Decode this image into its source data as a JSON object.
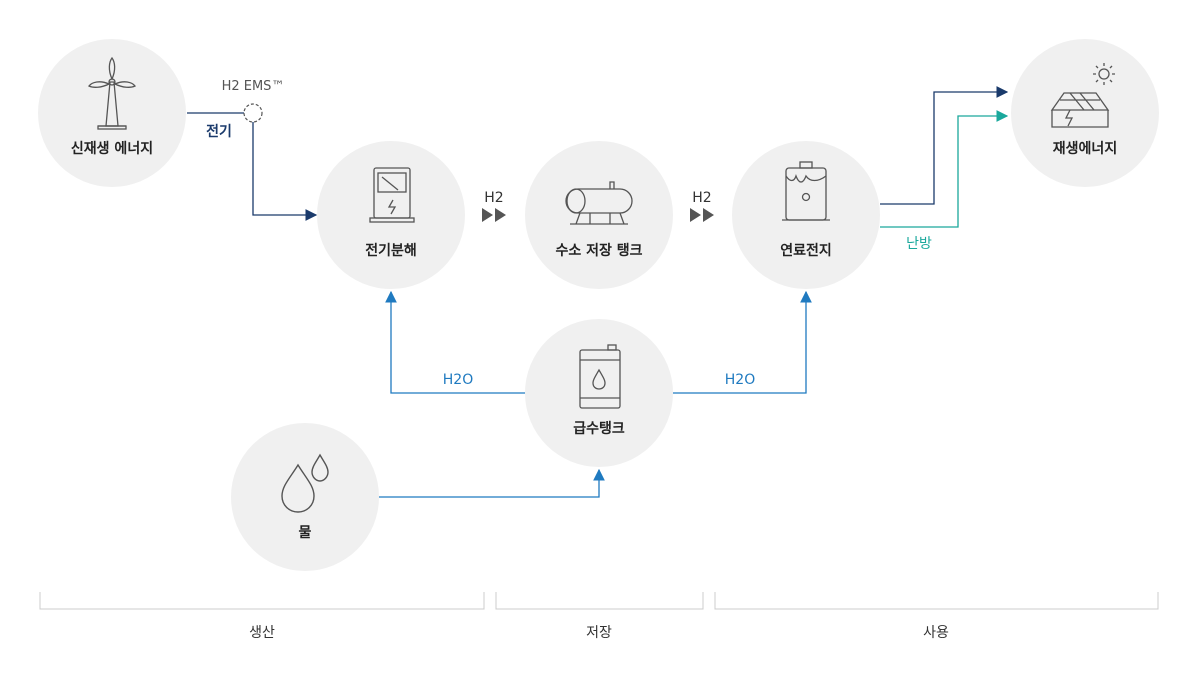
{
  "nodes": {
    "renewable_energy": "신재생 에너지",
    "electrolysis": "전기분해",
    "hydrogen_storage": "수소 저장 탱크",
    "fuel_cell": "연료전지",
    "renewable_energy_out": "재생에너지",
    "water_tank": "급수탱크",
    "water": "물"
  },
  "labels": {
    "h2_ems": "H2 EMS™",
    "electricity": "전기",
    "h2_a": "H2",
    "h2_b": "H2",
    "h2o_left": "H2O",
    "h2o_right": "H2O",
    "heating": "난방"
  },
  "phases": {
    "production": "생산",
    "storage": "저장",
    "usage": "사용"
  },
  "colors": {
    "circle_fill": "#f0f0f0",
    "navy": "#1a3a6b",
    "blue": "#1f7ac0",
    "teal": "#1aa89c",
    "arrowhead_gray": "#555555",
    "icon_gray": "#555555",
    "bracket_gray": "#cccccc"
  },
  "icons": {
    "renewable_energy": "wind-turbine-icon",
    "electrolysis": "electrolyzer-icon",
    "hydrogen_storage": "storage-tank-icon",
    "fuel_cell": "fuel-cell-icon",
    "renewable_energy_out": "solar-house-icon",
    "water_tank": "water-barrel-icon",
    "water": "water-drops-icon"
  }
}
